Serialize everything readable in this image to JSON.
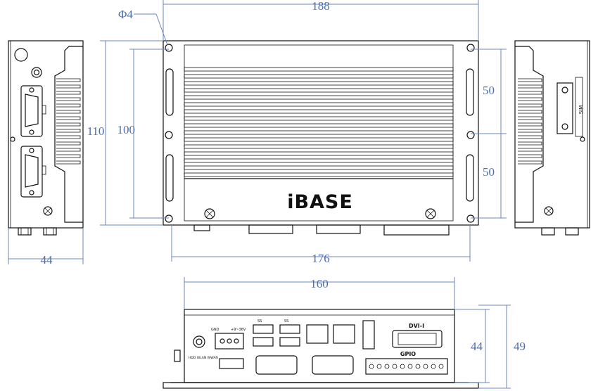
{
  "dimensions": {
    "hole_diameter": "Φ4",
    "top_width": "188",
    "left_height": "110",
    "inner_height": "100",
    "upper_half": "50",
    "lower_half": "50",
    "bottom_width": "176",
    "side_depth": "44",
    "rear_width": "160",
    "rear_height_inner": "44",
    "rear_height_outer": "49"
  },
  "labels": {
    "brand": "iBASE",
    "dvi": "DVI-I",
    "gpio": "GPIO",
    "gnd": "GND",
    "power_range": "+9~36V",
    "usb3_a": "SS",
    "usb3_b": "SS",
    "sim": "SIM",
    "led_labels": "HDD WLAN WWAN"
  },
  "colors": {
    "dimension": "#4d6fb0",
    "outline": "#111111"
  }
}
